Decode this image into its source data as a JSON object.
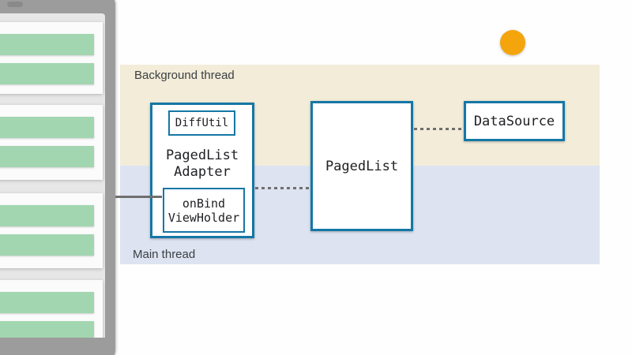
{
  "diagram": {
    "background_band": {
      "label": "Background thread",
      "color": "#F2ECD9"
    },
    "main_band": {
      "label": "Main thread",
      "color": "#DDE3F1"
    },
    "boxes": {
      "adapter": {
        "line1": "PagedList",
        "line2": "Adapter"
      },
      "diffutil": {
        "label": "DiffUtil"
      },
      "onbind": {
        "line1": "onBind",
        "line2": "ViewHolder"
      },
      "pagedlist": {
        "label": "PagedList"
      },
      "datasource": {
        "label": "DataSource"
      }
    },
    "box_border_color": "#1577A5",
    "connector_color": "#6F6F6F",
    "connectors": [
      {
        "from": "recyclerview-phone",
        "to": "onBindViewHolder",
        "style": "solid"
      },
      {
        "from": "PagedListAdapter",
        "to": "PagedList",
        "style": "dashed"
      },
      {
        "from": "PagedList",
        "to": "DataSource",
        "style": "dashed"
      }
    ],
    "status_dot_color": "#F5A50C"
  },
  "phone": {
    "frame_color": "#9C9C9C",
    "screen_color": "#E7E7E7",
    "card_color": "#FBFBFB",
    "list_item_color": "#A2D6B0",
    "card_count": 4,
    "items_per_card": 2
  }
}
